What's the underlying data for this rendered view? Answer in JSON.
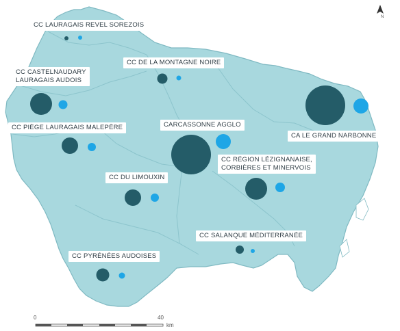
{
  "map": {
    "colors": {
      "land": "#a8d8de",
      "land_border": "#7fb9c2",
      "internal_border": "#8cc4cc",
      "circle_dark": "#245c68",
      "circle_light": "#1ea6e6",
      "label_bg": "#ffffff",
      "label_text": "#2f3d45"
    },
    "regions": [
      {
        "id": "revel",
        "label_lines": [
          "CC LAURAGAIS REVEL SOREZOIS"
        ]
      },
      {
        "id": "castelnaudary",
        "label_lines": [
          "CC CASTELNAUDARY",
          "LAURAGAIS AUDOIS"
        ]
      },
      {
        "id": "montagne-noire",
        "label_lines": [
          "CC DE LA MONTAGNE NOIRE"
        ]
      },
      {
        "id": "piege",
        "label_lines": [
          "CC PIÈGE LAURAGAIS MALEPÈRE"
        ]
      },
      {
        "id": "carcassonne",
        "label_lines": [
          "CARCASSONNE AGGLO"
        ]
      },
      {
        "id": "narbonne",
        "label_lines": [
          "CA LE GRAND NARBONNE"
        ]
      },
      {
        "id": "lezignan",
        "label_lines": [
          "CC RÉGION LÉZIGNANAISE,",
          "CORBIÈRES ET MINERVOIS"
        ]
      },
      {
        "id": "limouxin",
        "label_lines": [
          "CC DU LIMOUXIN"
        ]
      },
      {
        "id": "salanque",
        "label_lines": [
          "CC SALANQUE MÉDITERRANÉE"
        ]
      },
      {
        "id": "pyrenees",
        "label_lines": [
          "CC PYRÉNÉES AUDOISES"
        ]
      }
    ],
    "scale": {
      "start_label": "0",
      "end_label": "40",
      "unit": "km"
    },
    "north_arrow": {
      "icon": "north-arrow-icon",
      "letter": "N"
    }
  }
}
